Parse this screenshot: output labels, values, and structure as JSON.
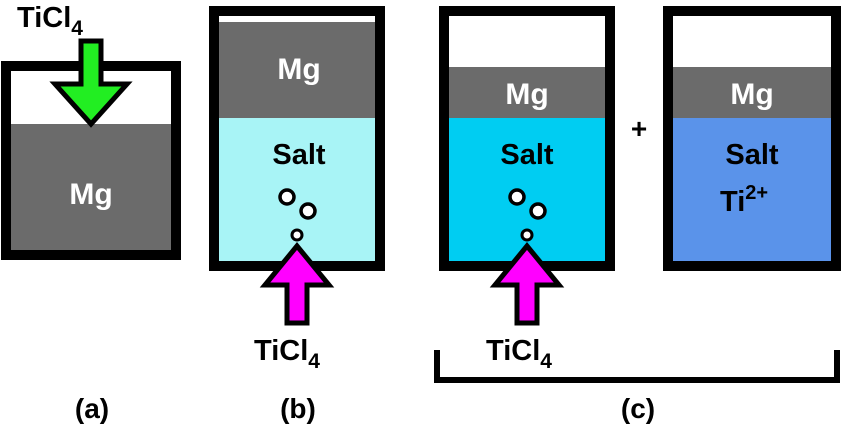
{
  "colors": {
    "mg_layer": "#6b6b6b",
    "salt_b": "#a8f4f6",
    "salt_c1": "#00cdf2",
    "salt_c2": "#5a93ea",
    "arrow_green": "#22ee22",
    "arrow_magenta": "#ff00ff",
    "outline": "#000000"
  },
  "panel_a": {
    "feed_formula": "TiCl",
    "feed_sub": "4",
    "melt_label": "Mg"
  },
  "panel_b": {
    "top_layer_label": "Mg",
    "bottom_layer_label": "Salt",
    "feed_formula": "TiCl",
    "feed_sub": "4"
  },
  "panel_c1": {
    "top_layer_label": "Mg",
    "bottom_layer_label": "Salt",
    "feed_formula": "TiCl",
    "feed_sub": "4"
  },
  "plus_sign": "+",
  "panel_c2": {
    "top_layer_label": "Mg",
    "bottom_layer_label": "Salt",
    "ion_symbol": "Ti",
    "ion_charge": "2+"
  },
  "captions": {
    "a": "(a)",
    "b": "(b)",
    "c": "(c)"
  }
}
